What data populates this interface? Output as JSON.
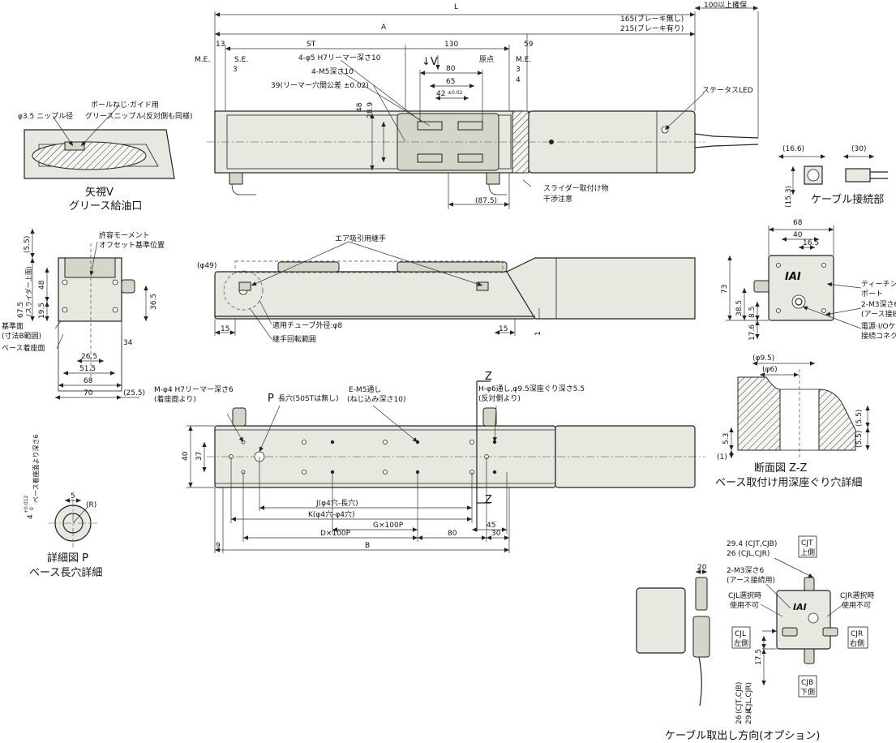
{
  "top_view": {
    "dim_L": "L",
    "dim_100": "100以上確保",
    "dim_A": "A",
    "dim_165": "165(ブレーキ無し)",
    "dim_215": "215(ブレーキ有り)",
    "dim_13": "13",
    "dim_ST": "ST",
    "dim_130": "130",
    "dim_59": "59",
    "me_left": "M.E.",
    "se": "S.E.",
    "three_left": "3",
    "me_right": "M.E.",
    "three_right": "3",
    "four_right": "4",
    "genten": "原点",
    "reamer": "4-φ5 H7リーマー深さ10",
    "m5": "4-M5深さ10",
    "reamer_pitch": "39(リーマー穴間公差 ±0.02)",
    "view_v": "↓V",
    "dim_80": "80",
    "dim_65": "65",
    "dim_42": "42",
    "dim_42_tol": "±0.02",
    "dim_48": "48",
    "dim_28_9": "28.9",
    "dim_87_5": "(87.5)",
    "status_led": "ステータスLED",
    "slider_note1": "スライダー取付け物",
    "slider_note2": "干渉注意"
  },
  "view_v": {
    "nipple": "φ3.5 ニップル径",
    "grease1": "ボールねじ·ガイド用",
    "grease2": "グリースニップル(反対側も同様)",
    "title1": "矢視V",
    "title2": "グリース給油口"
  },
  "cable_detail": {
    "dim_16_6": "(16.6)",
    "dim_30": "(30)",
    "dim_15_3": "(15.3)",
    "title": "ケーブル接続部"
  },
  "end_view": {
    "allow1": "許容モーメント",
    "allow2": "オフセット基準位置",
    "dim_5_5": "(5.5)",
    "dim_48": "48",
    "dim_67_5": "67.5",
    "slider_top": "(スライダー上面)",
    "dim_19_5": "19.5",
    "dim_36_5": "36.5",
    "base_ref1": "基準面",
    "base_ref2": "(寸法B範囲)",
    "base_seat": "ベース着座面",
    "dim_34": "34",
    "dim_26_5": "26.5",
    "dim_51_5": "51.5",
    "dim_68": "68",
    "dim_70": "70",
    "dim_25_5": "(25.5)"
  },
  "side_view": {
    "air": "エア吸引用継手",
    "phi49": "(φ49)",
    "dim_15_left": "15",
    "dim_15_right": "15",
    "dim_1": "1",
    "tube": "適用チューブ外径:φ8",
    "rotation": "継手回転範囲"
  },
  "motor_end": {
    "dim_68": "68",
    "dim_40": "40",
    "dim_16_5": "16.5",
    "logo": "IAI",
    "teaching1": "ティーチング",
    "teaching2": "ポート",
    "m3_1": "2-M3深さ6",
    "m3_2": "(アース接続用)",
    "power1": "電源·I/Oケーブル",
    "power2": "接続コネクター",
    "dim_73": "73",
    "dim_38_5": "38.5",
    "dim_8_5": "8.5",
    "dim_17_6": "17.6"
  },
  "section_z": {
    "dim_9_5": "(φ9.5)",
    "dim_6": "(φ6)",
    "dim_5_5a": "(5.5)",
    "dim_5_5b": "(5.5)",
    "dim_5_3": "5.3",
    "dim_1": "(1)",
    "title1": "断面図 Z-Z",
    "title2": "ベース取付け用深座ぐり穴詳細"
  },
  "bottom_view": {
    "m4_1": "M-φ4 H7リーマー深さ6",
    "m4_2": "(着座面より)",
    "p_label": "P",
    "p_text": "長穴(50STは無し)",
    "e_1": "E-M5通し",
    "e_2": "(ねじ込み深さ10)",
    "h_1": "H-φ6通し,φ9.5深座ぐり深さ5.5",
    "h_2": "(反対側より)",
    "z_top": "Z",
    "z_bottom": "Z",
    "dim_40": "40",
    "dim_37": "37",
    "dim_J": "J(φ4穴-長穴)",
    "dim_K": "K(φ4穴-φ4穴)",
    "dim_G": "G×100P",
    "dim_45": "45",
    "dim_D": "D×100P",
    "dim_80": "80",
    "dim_30": "30",
    "dim_9": "9",
    "dim_B": "B"
  },
  "detail_p": {
    "depth": "4",
    "depth_tol": "+0.012",
    "depth_tol2": "0",
    "depth_text": "ベース着座面より深さ6",
    "dim_5": "5",
    "r": "(R)",
    "title1": "詳細図 P",
    "title2": "ベース長穴詳細"
  },
  "cable_option": {
    "cjt_line1": "29.4 (CJT,CJB)",
    "cjt_line2": "26    (CJL,CJR)",
    "cjt_box1": "CJT",
    "cjt_box2": "上側",
    "dim_20": "20",
    "m3_1": "2-M3深さ6",
    "m3_2": "(アース接続用)",
    "cjl_sel1": "CJL選択時",
    "cjl_sel2": "使用不可",
    "cjr_sel1": "CJR選択時",
    "cjr_sel2": "使用不可",
    "cjl_box1": "CJL",
    "cjl_box2": "左側",
    "cjr_box1": "CJR",
    "cjr_box2": "右側",
    "dim_17_5": "17.5",
    "vert1": "(CJT,CJB)",
    "vert2": "(CJL,CJR)",
    "vert_26": "26",
    "vert_29_4": "29.4",
    "cjb_box1": "CJB",
    "cjb_box2": "下側",
    "title": "ケーブル取出し方向(オプション)"
  }
}
